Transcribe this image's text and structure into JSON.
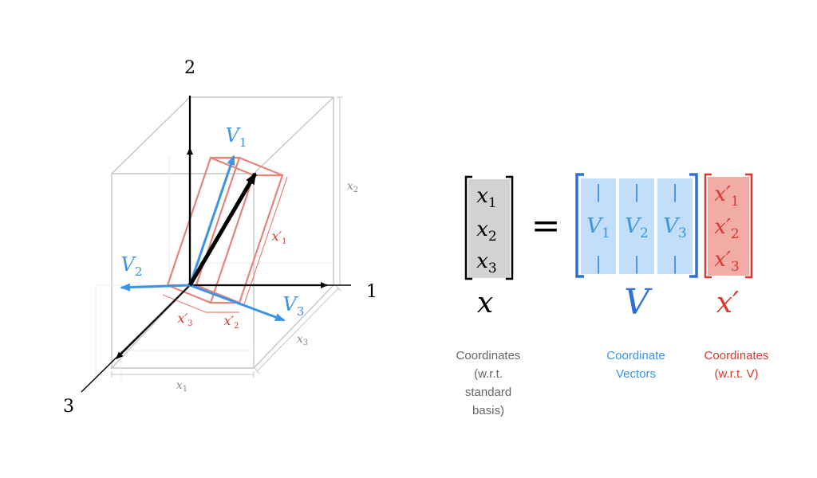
{
  "colors": {
    "blue": "#3a93e8",
    "blue_dark": "#2f6fd6",
    "blue_fill": "#c3def8",
    "red": "#d9382d",
    "red_light": "#e6837a",
    "red_fill": "#f2aca6",
    "gray_box": "#c6c6c6",
    "gray_text": "#666666",
    "gray_fill": "#d3d3d3",
    "black": "#000000"
  },
  "axes_3d": {
    "axis1": "1",
    "axis2": "2",
    "axis3": "3",
    "x1_label": "x",
    "x1_sub": "1",
    "x2_label": "x",
    "x2_sub": "2",
    "x3_label": "x",
    "x3_sub": "3"
  },
  "basis_vectors": {
    "v1": "V",
    "v1_sub": "1",
    "v2": "V",
    "v2_sub": "2",
    "v3": "V",
    "v3_sub": "3"
  },
  "coords_prime": {
    "xp1": "x′",
    "xp1_sub": "1",
    "xp2": "x′",
    "xp2_sub": "2",
    "xp3": "x′",
    "xp3_sub": "3"
  },
  "equation": {
    "x_entries": [
      {
        "sym": "x",
        "sub": "1"
      },
      {
        "sym": "x",
        "sub": "2"
      },
      {
        "sym": "x",
        "sub": "3"
      }
    ],
    "equals": "=",
    "bar": "|",
    "V_columns": [
      {
        "sym": "V",
        "sub": "1"
      },
      {
        "sym": "V",
        "sub": "2"
      },
      {
        "sym": "V",
        "sub": "3"
      }
    ],
    "xprime_entries": [
      {
        "sym": "x′",
        "sub": "1"
      },
      {
        "sym": "x′",
        "sub": "2"
      },
      {
        "sym": "x′",
        "sub": "3"
      }
    ],
    "x_name": "x",
    "V_name": "V",
    "xprime_name": "x′"
  },
  "captions": {
    "x_caption": [
      "Coordinates",
      "(w.r.t.",
      "standard",
      "basis)"
    ],
    "V_caption": [
      "Coordinate",
      "Vectors"
    ],
    "xprime_caption": [
      "Coordinates",
      "(w.r.t. V)"
    ]
  }
}
